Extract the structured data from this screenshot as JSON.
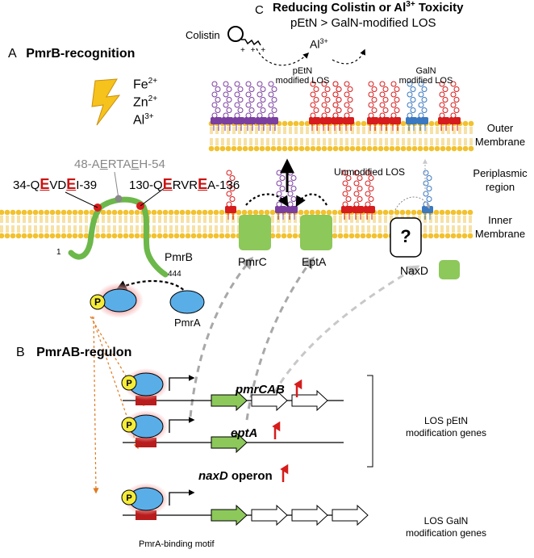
{
  "panel_a": {
    "letter": "A",
    "title": "PmrB-recognition",
    "ion_fe": "Fe",
    "ion_fe_charge": "2+",
    "ion_zn": "Zn",
    "ion_zn_charge": "2+",
    "ion_al": "Al",
    "ion_al_charge": "3+",
    "motif_center": {
      "start": "48-A",
      "e1": "E",
      "mid": "RTA",
      "e2": "E",
      "end": "H-54"
    },
    "motif_left": {
      "start": "34-Q",
      "e1": "E",
      "mid": "VD",
      "e2": "E",
      "end": "I-39"
    },
    "motif_right": {
      "start": "130-Q",
      "e1": "E",
      "mid": "RVR",
      "e2": "E",
      "end": "A-136"
    },
    "pos_start": "1",
    "pos_end": "444",
    "pmrb_label": "PmrB"
  },
  "panel_b": {
    "letter": "B",
    "title": "PmrAB-regulon",
    "pmra_label": "PmrA",
    "phospho": "P",
    "gene_pmrcab": "pmrCAB",
    "gene_epta": "eptA",
    "gene_naxd_italic": "naxD",
    "gene_naxd_rest": " operon",
    "group_petn_line1": "LOS pEtN",
    "group_petn_line2": "modification genes",
    "group_galn_line1": "LOS GalN",
    "group_galn_line2": "modification genes",
    "motif_label": "PmrA-binding motif"
  },
  "panel_c": {
    "letter": "C",
    "title_main": "Reducing Colistin or Al",
    "title_sup": "3+",
    "title_end": " Toxicity",
    "subtitle": "pEtN > GalN-modified LOS",
    "colistin_label": "Colistin",
    "al_label": "Al",
    "al_charge": "3+",
    "petn_line1": "pEtN",
    "petn_line2": "modified LOS",
    "galn_line1": "GalN",
    "galn_line2": "modified LOS",
    "unmodified_label": "Unmodified LOS",
    "outer_line1": "Outer",
    "outer_line2": "Membrane",
    "peri_line1": "Periplasmic",
    "peri_line2": "region",
    "inner_line1": "Inner",
    "inner_line2": "Membrane",
    "pmrc_label": "PmrC",
    "epta_label": "EptA",
    "naxd_label": "NaxD",
    "unknown_label": "?",
    "charges": "+ + +"
  },
  "colors": {
    "lipid_head": "#f2c12e",
    "lipid_tail": "#e8b520",
    "protein_green": "#8cc85a",
    "pmrb_green": "#6cb84a",
    "pmra_blue": "#5aaee8",
    "glow_red": "#f4a0a0",
    "phospho_yellow": "#f5ec3a",
    "motif_red": "#b81c1c",
    "petn_purple": "#7b3fa0",
    "galn_blue": "#3a78c0",
    "lipid_red": "#d61c1c",
    "arrow_orange": "#e07a20",
    "arrow_gray": "#a8a8a8"
  }
}
